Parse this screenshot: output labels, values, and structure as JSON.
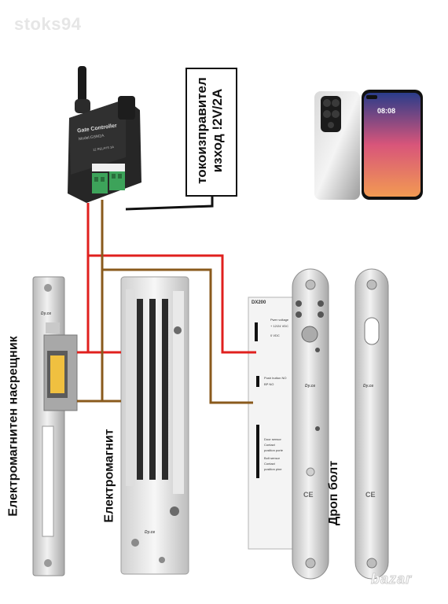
{
  "watermark": "stoks94",
  "power_supply": {
    "line1": "токоизправител",
    "line2": "изход !2V/2A"
  },
  "labels": {
    "strike": "Електромагнитен насрещник",
    "maglock": "Електромагнит",
    "drop_bolt": "Дроп болт"
  },
  "gate_controller": {
    "title": "Gate Controller",
    "model": "Model:GSM2A",
    "sub": "12 RELAYS 3A"
  },
  "drop_bolt_device": {
    "brand": "DX200",
    "lines": [
      "Pwer voltage",
      "+ 12/24 VDC",
      "0 VDC",
      "Push button NO",
      "BP NO",
      "Door sensor",
      "Contact",
      "position porte",
      "Bolt sensor",
      "Contact",
      "position pine"
    ]
  },
  "phone": {
    "time": "08:08"
  },
  "marks": {
    "ce": "CE",
    "logo": "Dy.ce"
  },
  "corner_watermark": "bazar",
  "colors": {
    "red_wire": "#e0201e",
    "brown_wire": "#8a5a1c",
    "black_wire": "#111111"
  }
}
